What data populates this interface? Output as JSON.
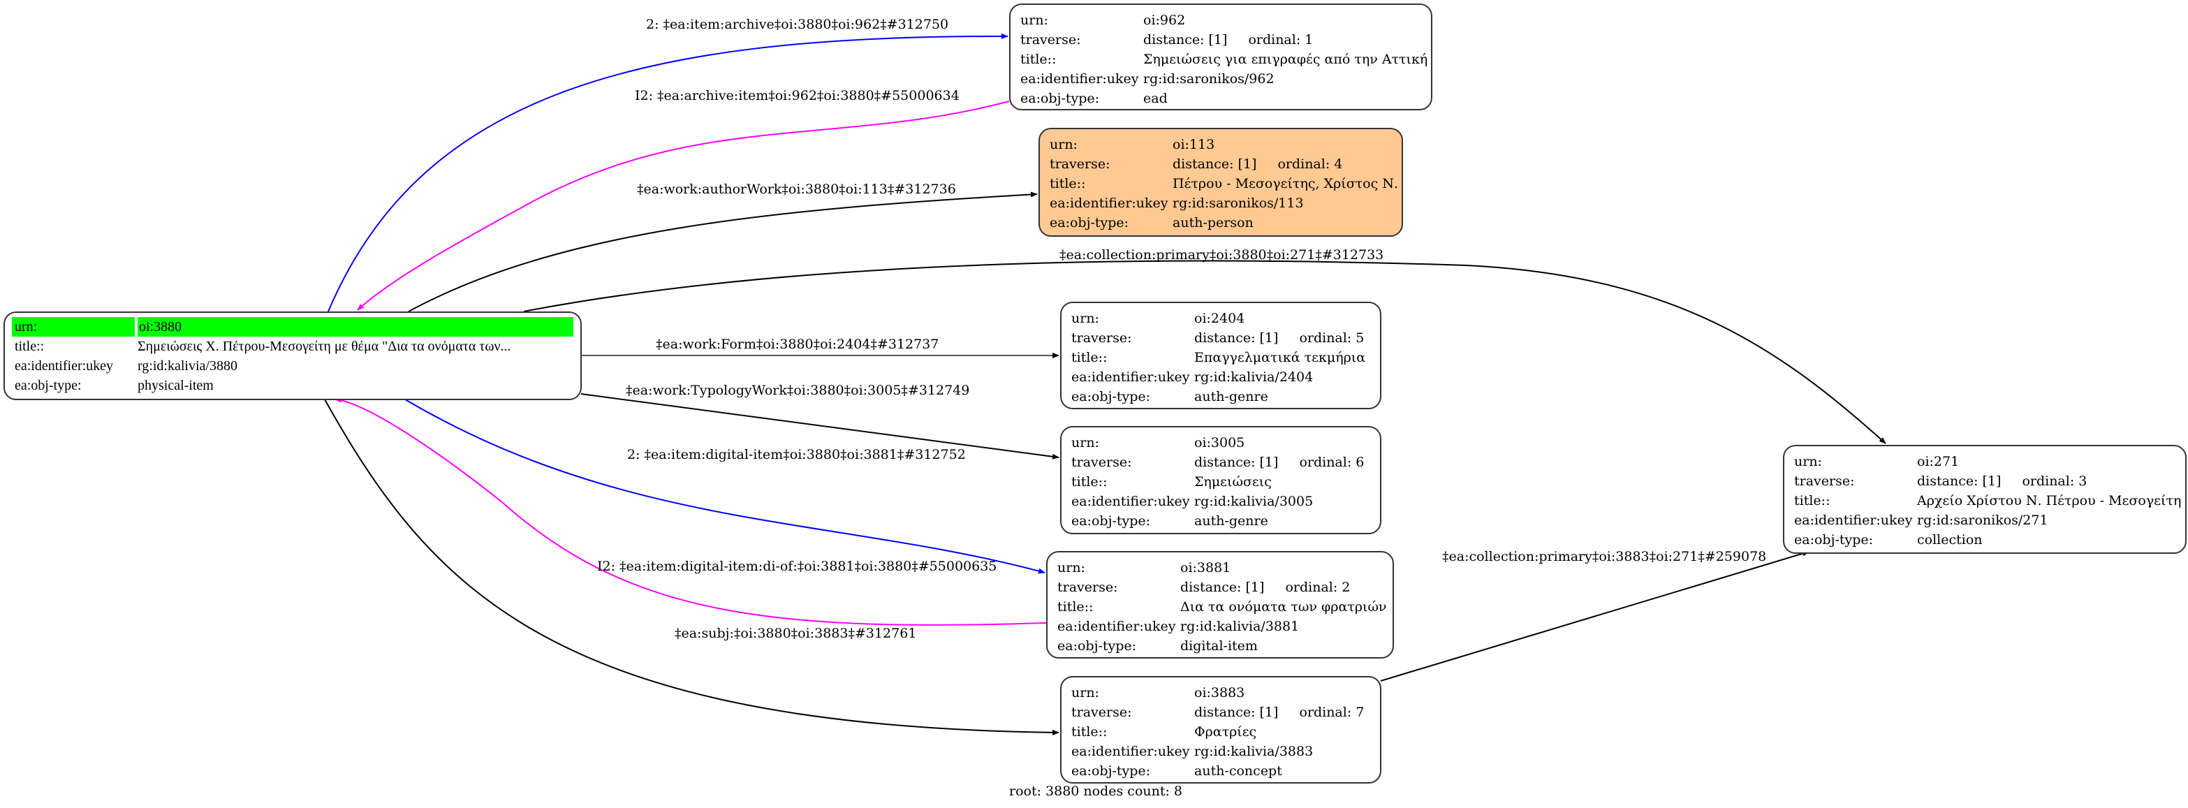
{
  "root_node": {
    "urn_label": "urn:",
    "urn": "oi:3880",
    "title_label": "title::",
    "title": "Σημειώσεις Χ. Πέτρου-Μεσογείτη με θέμα \"Δια τα ονόματα των...",
    "ukey_label": "ea:identifier:ukey",
    "ukey": "rg:id:kalivia/3880",
    "type_label": "ea:obj-type:",
    "type": "physical-item",
    "highlight_color": "#00ff00"
  },
  "labels": {
    "urn": "urn:",
    "traverse": "traverse:",
    "title": "title::",
    "ukey": "ea:identifier:ukey",
    "type": "ea:obj-type:"
  },
  "nodes": [
    {
      "urn": "oi:962",
      "distance": "distance: [1]",
      "ordinal": "ordinal: 1",
      "title": "Σημειώσεις για επιγραφές από την Αττική",
      "ukey": "rg:id:saronikos/962",
      "type": "ead"
    },
    {
      "urn": "oi:113",
      "distance": "distance: [1]",
      "ordinal": "ordinal: 4",
      "title": "Πέτρου - Μεσογείτης, Χρίστος Ν.",
      "ukey": "rg:id:saronikos/113",
      "type": "auth-person",
      "fill": "#ffc993"
    },
    {
      "urn": "oi:2404",
      "distance": "distance: [1]",
      "ordinal": "ordinal: 5",
      "title": "Επαγγελματικά τεκμήρια",
      "ukey": "rg:id:kalivia/2404",
      "type": "auth-genre"
    },
    {
      "urn": "oi:3005",
      "distance": "distance: [1]",
      "ordinal": "ordinal: 6",
      "title": "Σημειώσεις",
      "ukey": "rg:id:kalivia/3005",
      "type": "auth-genre"
    },
    {
      "urn": "oi:3881",
      "distance": "distance: [1]",
      "ordinal": "ordinal: 2",
      "title": "Δια τα ονόματα των φρατριών",
      "ukey": "rg:id:kalivia/3881",
      "type": "digital-item"
    },
    {
      "urn": "oi:3883",
      "distance": "distance: [1]",
      "ordinal": "ordinal: 7",
      "title": "Φρατρίες",
      "ukey": "rg:id:kalivia/3883",
      "type": "auth-concept"
    },
    {
      "urn": "oi:271",
      "distance": "distance: [1]",
      "ordinal": "ordinal: 3",
      "title": "Αρχείο Χρίστου Ν. Πέτρου - Μεσογείτη",
      "ukey": "rg:id:saronikos/271",
      "type": "collection"
    }
  ],
  "edges": [
    {
      "label": "2: ‡ea:item:archive‡oi:3880‡oi:962‡#312750",
      "from": "oi:3880",
      "to": "oi:962",
      "color": "#0000ff"
    },
    {
      "label": "I2: ‡ea:archive:item‡oi:962‡oi:3880‡#55000634",
      "from": "oi:962",
      "to": "oi:3880",
      "color": "#ff00ff"
    },
    {
      "label": "‡ea:work:authorWork‡oi:3880‡oi:113‡#312736",
      "from": "oi:3880",
      "to": "oi:113",
      "color": "#000000"
    },
    {
      "label": "‡ea:collection:primary‡oi:3880‡oi:271‡#312733",
      "from": "oi:3880",
      "to": "oi:271",
      "color": "#000000"
    },
    {
      "label": "‡ea:work:Form‡oi:3880‡oi:2404‡#312737",
      "from": "oi:3880",
      "to": "oi:2404",
      "color": "#000000"
    },
    {
      "label": "‡ea:work:TypologyWork‡oi:3880‡oi:3005‡#312749",
      "from": "oi:3880",
      "to": "oi:3005",
      "color": "#000000"
    },
    {
      "label": "2: ‡ea:item:digital-item‡oi:3880‡oi:3881‡#312752",
      "from": "oi:3880",
      "to": "oi:3881",
      "color": "#0000ff"
    },
    {
      "label": "I2: ‡ea:item:digital-item:di-of:‡oi:3881‡oi:3880‡#55000635",
      "from": "oi:3881",
      "to": "oi:3880",
      "color": "#ff00ff"
    },
    {
      "label": "‡ea:subj:‡oi:3880‡oi:3883‡#312761",
      "from": "oi:3880",
      "to": "oi:3883",
      "color": "#000000"
    },
    {
      "label": "‡ea:collection:primary‡oi:3883‡oi:271‡#259078",
      "from": "oi:3883",
      "to": "oi:271",
      "color": "#000000"
    }
  ],
  "footer": "root: 3880 nodes count: 8"
}
